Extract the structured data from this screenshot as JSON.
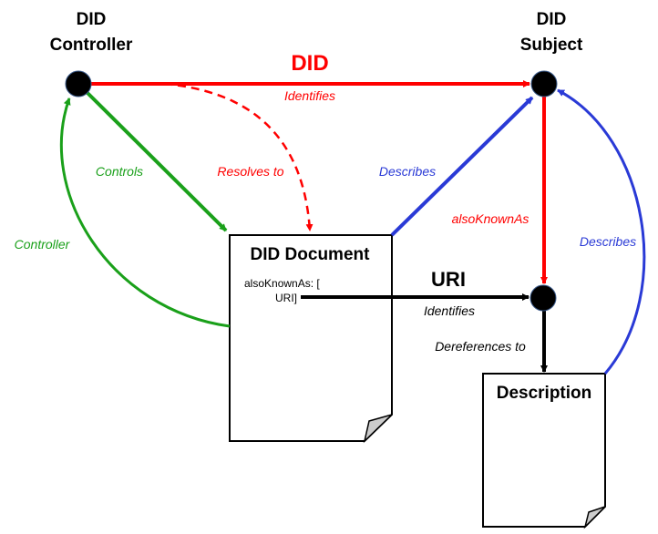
{
  "nodes": {
    "controller": {
      "line1": "DID",
      "line2": "Controller"
    },
    "subject": {
      "line1": "DID",
      "line2": "Subject"
    }
  },
  "edges": {
    "did_main": "DID",
    "did_identifies": "Identifies",
    "resolves_to": "Resolves to",
    "controls": "Controls",
    "controller": "Controller",
    "describes_doc": "Describes",
    "also_known_as": "alsoKnownAs",
    "uri_main": "URI",
    "uri_identifies": "Identifies",
    "dereferences_to": "Dereferences to",
    "describes_description": "Describes"
  },
  "did_document": {
    "title": "DID Document",
    "line1": "alsoKnownAs: [",
    "line2": "URI]"
  },
  "description": {
    "title": "Description"
  },
  "colors": {
    "red": "#ff0000",
    "green": "#1aa01a",
    "blue": "#2a3ad6",
    "black": "#000000"
  }
}
